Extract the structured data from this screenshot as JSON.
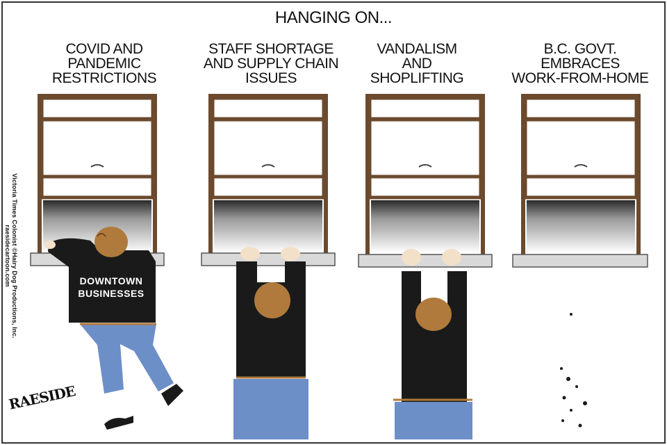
{
  "title": "HANGING ON...",
  "panels": [
    {
      "caption_lines": [
        "COVID AND",
        "PANDEMIC",
        "RESTRICTIONS"
      ],
      "shirt_lines": [
        "DOWNTOWN",
        "BUSINESSES"
      ]
    },
    {
      "caption_lines": [
        "STAFF SHORTAGE",
        "AND SUPPLY CHAIN",
        "ISSUES"
      ]
    },
    {
      "caption_lines": [
        "VANDALISM",
        "AND",
        "SHOPLIFTING"
      ]
    },
    {
      "caption_lines": [
        "B.C. GOVT.",
        "EMBRACES",
        "WORK-FROM-HOME"
      ]
    }
  ],
  "credit": "Victoria Times Colonist ©Hairy Dog Productions, Inc. raesidecartoon.com",
  "signature": "RAESIDE",
  "colors": {
    "frame": "#6b4a2e",
    "shirt": "#1a1a1a",
    "jeans": "#6d8fc8",
    "hair": "#b07a3c",
    "skin": "#f3e0c8",
    "sill": "#d9d9d9"
  }
}
